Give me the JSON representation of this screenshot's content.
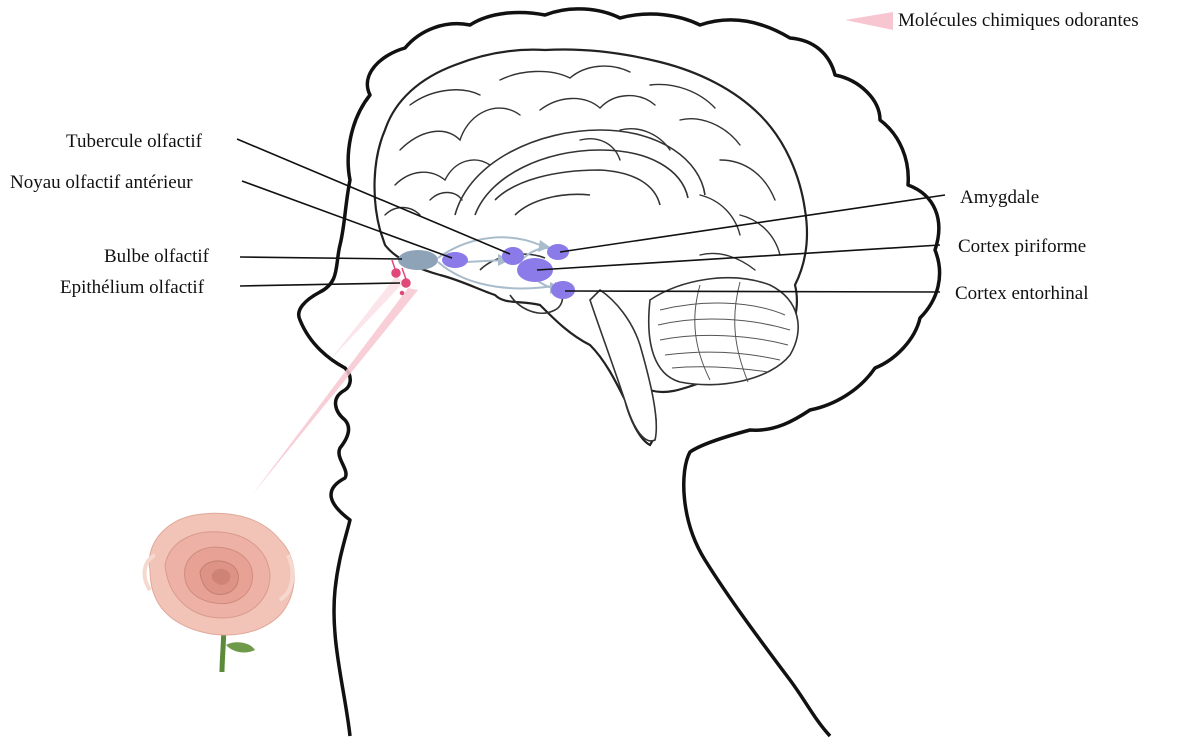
{
  "legend": {
    "label": "Molécules chimiques odorantes",
    "color": "#f7c6d0"
  },
  "labels": {
    "tubercule": "Tubercule olfactif",
    "noyau": "Noyau olfactif antérieur",
    "bulbe": "Bulbe olfactif",
    "epithelium": "Epithélium olfactif",
    "amygdale": "Amygdale",
    "piriforme": "Cortex piriforme",
    "entorhinal": "Cortex entorhinal"
  },
  "colors": {
    "region": "#8b7be8",
    "bulb": "#8fa3b8",
    "pathway": "#a9bccb",
    "odor": "#f7c6d0",
    "neuron": "#e0487a",
    "outline": "#111111",
    "rose_petal": "#f0b8ae",
    "stem": "#5a8a3a"
  }
}
